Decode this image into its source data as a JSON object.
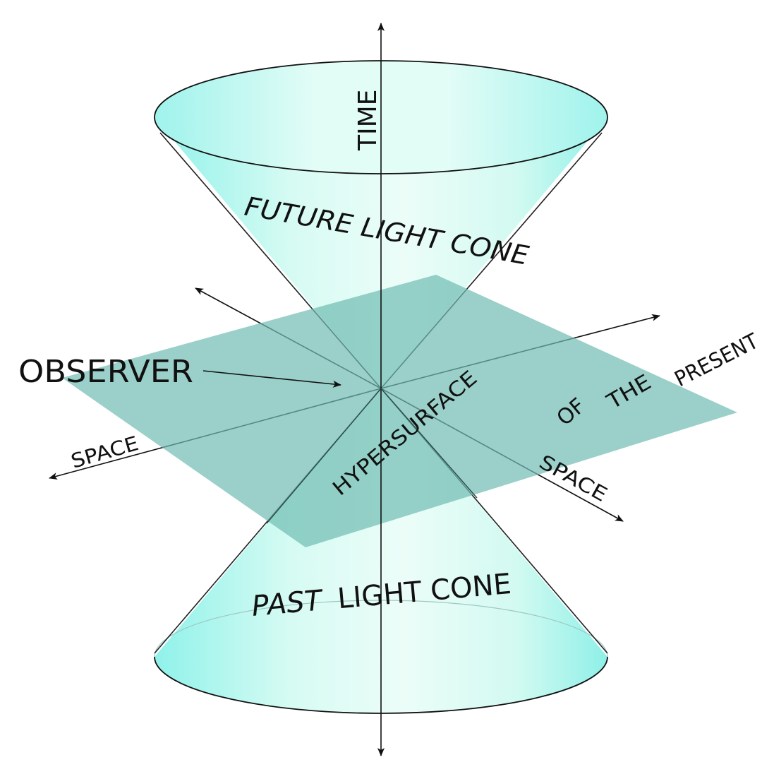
{
  "labels": {
    "time": "TIME",
    "future_cone": "FUTURE LIGHT CONE",
    "observer": "OBSERVER",
    "space_left": "SPACE",
    "space_right": "SPACE",
    "hypersurface": "HYPERSURFACE",
    "of": "OF",
    "the": "THE",
    "present": "PRESENT",
    "past_word": "PAST",
    "past_rest": "LIGHT CONE"
  },
  "colors": {
    "cone_fill": "#c8f7ee",
    "cone_edge_cyan": "#7ff0e8",
    "plane_fill": "#6fbcb2",
    "ink": "#111111"
  }
}
